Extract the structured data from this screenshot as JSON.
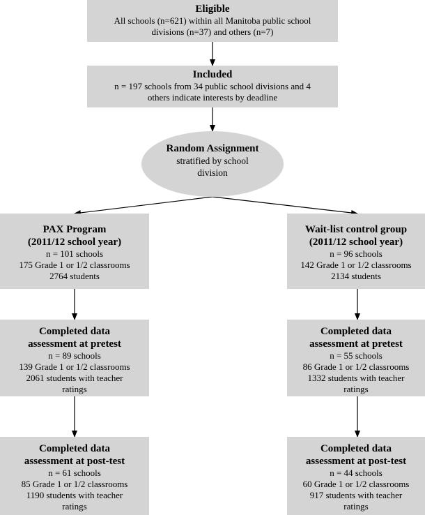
{
  "eligible": {
    "title": "Eligible",
    "lines": [
      "All schools (n=621) within all Manitoba public school",
      "divisions (n=37) and others (n=7)"
    ]
  },
  "included": {
    "title": "Included",
    "lines": [
      "n = 197 schools from 34 public school divisions and 4",
      "others indicate interests by deadline"
    ]
  },
  "random": {
    "title": "Random Assignment",
    "lines": [
      "stratified by school",
      "division"
    ]
  },
  "pax": {
    "title1": "PAX Program",
    "title2": "(2011/12 school year)",
    "lines": [
      "n = 101 schools",
      "175 Grade 1 or 1/2 classrooms",
      "2764 students"
    ]
  },
  "waitlist": {
    "title1": "Wait-list control group",
    "title2": "(2011/12 school year)",
    "lines": [
      "n = 96 schools",
      "142 Grade 1 or 1/2 classrooms",
      "2134 students"
    ]
  },
  "pax_pretest": {
    "title1": "Completed data",
    "title2": "assessment at pretest",
    "lines": [
      "n = 89 schools",
      "139 Grade 1 or 1/2 classrooms",
      "2061 students with teacher",
      "ratings"
    ]
  },
  "wait_pretest": {
    "title1": "Completed data",
    "title2": "assessment at pretest",
    "lines": [
      "n = 55 schools",
      "86 Grade 1 or 1/2 classrooms",
      "1332 students with teacher",
      "ratings"
    ]
  },
  "pax_posttest": {
    "title1": "Completed data",
    "title2": "assessment at post-test",
    "lines": [
      "n = 61 schools",
      "85 Grade 1 or 1/2 classrooms",
      "1190 students with teacher",
      "ratings"
    ]
  },
  "wait_posttest": {
    "title1": "Completed data",
    "title2": "assessment at post-test",
    "lines": [
      "n = 44 schools",
      "60 Grade 1 or 1/2 classrooms",
      "917 students with teacher",
      "ratings"
    ]
  }
}
